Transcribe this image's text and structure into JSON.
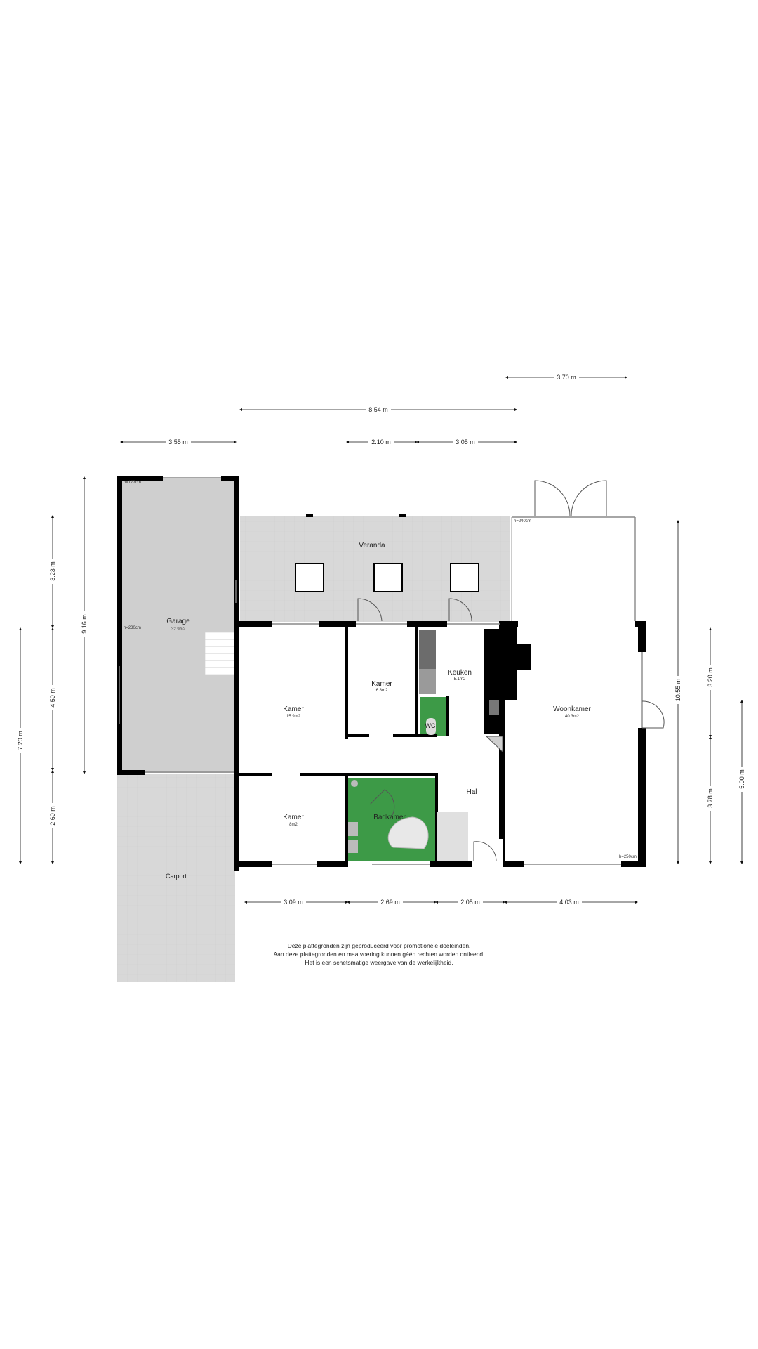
{
  "rooms": {
    "garage": {
      "name": "Garage",
      "area": "32.9m2",
      "height": "h=230cm"
    },
    "garage_top_height": "h=177cm",
    "veranda": {
      "name": "Veranda"
    },
    "carport": {
      "name": "Carport"
    },
    "kamer_large": {
      "name": "Kamer",
      "area": "15.9m2"
    },
    "kamer_small": {
      "name": "Kamer",
      "area": "8m2"
    },
    "kamer_mid": {
      "name": "Kamer",
      "area": "6.8m2"
    },
    "keuken": {
      "name": "Keuken",
      "area": "5.1m2"
    },
    "wc": {
      "name": "WC"
    },
    "hal": {
      "name": "Hal"
    },
    "badkamer": {
      "name": "Badkamer"
    },
    "woonkamer": {
      "name": "Woonkamer",
      "area": "40.3m2",
      "height_top": "h=240cm",
      "height_bottom": "h=250cm"
    }
  },
  "dimensions": {
    "top_370": "3.70 m",
    "top_854": "8.54 m",
    "top_355": "3.55 m",
    "top_210": "2.10 m",
    "top_305": "3.05 m",
    "left_323": "3.23 m",
    "left_916": "9.16 m",
    "left_450": "4.50 m",
    "left_720": "7.20 m",
    "left_260": "2.60 m",
    "right_1055": "10.55 m",
    "right_320": "3.20 m",
    "right_378": "3.78 m",
    "right_500": "5.00 m",
    "bottom_309": "3.09 m",
    "bottom_269": "2.69 m",
    "bottom_205": "2.05 m",
    "bottom_403": "4.03 m"
  },
  "disclaimer": {
    "line1": "Deze plattegronden zijn geproduceerd voor promotionele doeleinden.",
    "line2": "Aan deze plattegronden en maatvoering kunnen géén rechten worden ontleend.",
    "line3": "Het is een schetsmatige weergave van de werkelijkheid."
  },
  "colors": {
    "wall": "#000000",
    "garage_fill": "#d0d0d0",
    "tile_fill": "#d7d7d7",
    "wet_room": "#3d9a47"
  }
}
